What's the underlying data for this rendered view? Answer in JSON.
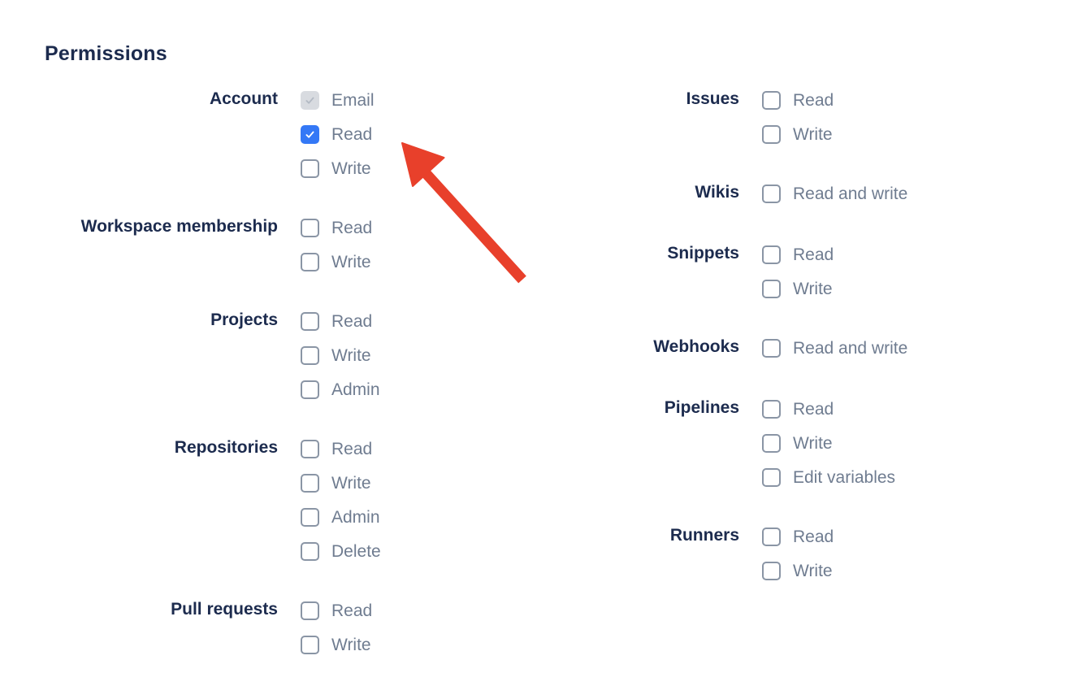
{
  "heading": "Permissions",
  "colors": {
    "heading_text": "#1c2b4e",
    "group_label_text": "#1c2b4e",
    "option_text": "#6f7c90",
    "checkbox_border": "#8a95a5",
    "checkbox_checked_bg": "#3478f6",
    "checkbox_disabled_bg": "#d8dbe0",
    "checkbox_disabled_check": "#b3bac4",
    "arrow": "#e8402b"
  },
  "annotation": {
    "type": "red-arrow",
    "color": "#e8402b"
  },
  "permissions": {
    "columns": [
      {
        "name": "left",
        "groups": [
          {
            "label": "Account",
            "options": [
              {
                "label": "Email",
                "checked": true,
                "disabled": true
              },
              {
                "label": "Read",
                "checked": true,
                "disabled": false
              },
              {
                "label": "Write",
                "checked": false,
                "disabled": false
              }
            ]
          },
          {
            "label": "Workspace membership",
            "options": [
              {
                "label": "Read",
                "checked": false,
                "disabled": false
              },
              {
                "label": "Write",
                "checked": false,
                "disabled": false
              }
            ]
          },
          {
            "label": "Projects",
            "options": [
              {
                "label": "Read",
                "checked": false,
                "disabled": false
              },
              {
                "label": "Write",
                "checked": false,
                "disabled": false
              },
              {
                "label": "Admin",
                "checked": false,
                "disabled": false
              }
            ]
          },
          {
            "label": "Repositories",
            "options": [
              {
                "label": "Read",
                "checked": false,
                "disabled": false
              },
              {
                "label": "Write",
                "checked": false,
                "disabled": false
              },
              {
                "label": "Admin",
                "checked": false,
                "disabled": false
              },
              {
                "label": "Delete",
                "checked": false,
                "disabled": false
              }
            ]
          },
          {
            "label": "Pull requests",
            "options": [
              {
                "label": "Read",
                "checked": false,
                "disabled": false
              },
              {
                "label": "Write",
                "checked": false,
                "disabled": false
              }
            ]
          }
        ]
      },
      {
        "name": "right",
        "groups": [
          {
            "label": "Issues",
            "options": [
              {
                "label": "Read",
                "checked": false,
                "disabled": false
              },
              {
                "label": "Write",
                "checked": false,
                "disabled": false
              }
            ]
          },
          {
            "label": "Wikis",
            "options": [
              {
                "label": "Read and write",
                "checked": false,
                "disabled": false
              }
            ]
          },
          {
            "label": "Snippets",
            "options": [
              {
                "label": "Read",
                "checked": false,
                "disabled": false
              },
              {
                "label": "Write",
                "checked": false,
                "disabled": false
              }
            ]
          },
          {
            "label": "Webhooks",
            "options": [
              {
                "label": "Read and write",
                "checked": false,
                "disabled": false
              }
            ]
          },
          {
            "label": "Pipelines",
            "options": [
              {
                "label": "Read",
                "checked": false,
                "disabled": false
              },
              {
                "label": "Write",
                "checked": false,
                "disabled": false
              },
              {
                "label": "Edit variables",
                "checked": false,
                "disabled": false
              }
            ]
          },
          {
            "label": "Runners",
            "options": [
              {
                "label": "Read",
                "checked": false,
                "disabled": false
              },
              {
                "label": "Write",
                "checked": false,
                "disabled": false
              }
            ]
          }
        ]
      }
    ]
  }
}
